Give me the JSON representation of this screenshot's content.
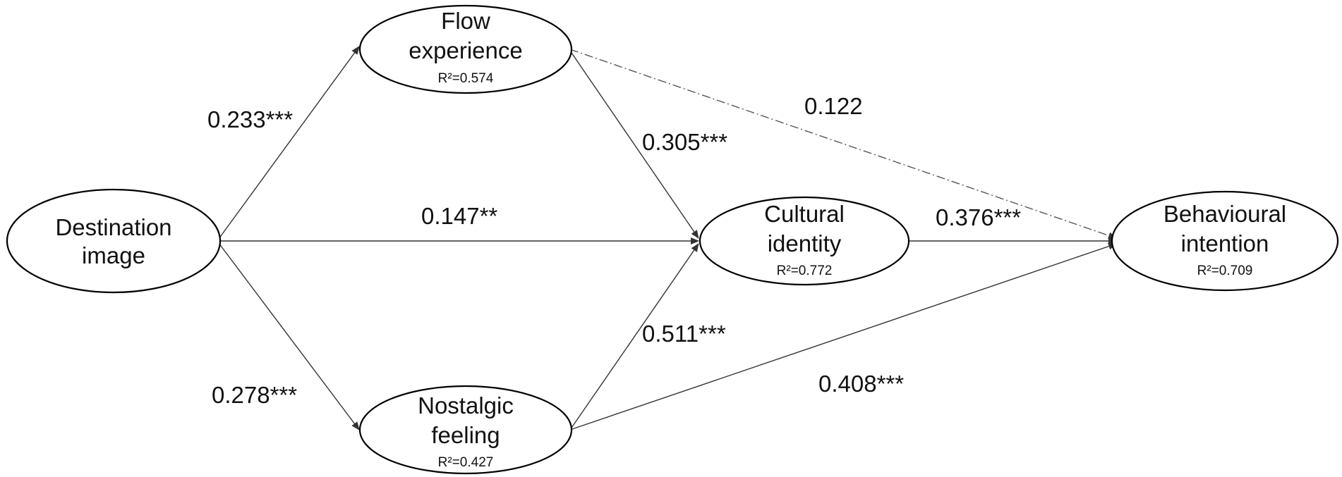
{
  "nodes": {
    "destination_image": {
      "line1": "Destination",
      "line2": "image",
      "r2": ""
    },
    "flow_experience": {
      "line1": "Flow",
      "line2": "experience",
      "r2": "R²=0.574"
    },
    "cultural_identity": {
      "line1": "Cultural",
      "line2": "identity",
      "r2": "R²=0.772"
    },
    "nostalgic_feeling": {
      "line1": "Nostalgic",
      "line2": "feeling",
      "r2": "R²=0.427"
    },
    "behavioural_intention": {
      "line1": "Behavioural",
      "line2": "intention",
      "r2": "R²=0.709"
    }
  },
  "paths": [
    {
      "from": "Destination image",
      "to": "Flow experience",
      "coefficient": "0.233***",
      "style": "solid"
    },
    {
      "from": "Destination image",
      "to": "Cultural identity",
      "coefficient": "0.147**",
      "style": "solid"
    },
    {
      "from": "Destination image",
      "to": "Nostalgic feeling",
      "coefficient": "0.278***",
      "style": "solid"
    },
    {
      "from": "Flow experience",
      "to": "Cultural identity",
      "coefficient": "0.305***",
      "style": "solid"
    },
    {
      "from": "Nostalgic feeling",
      "to": "Cultural identity",
      "coefficient": "0.511***",
      "style": "solid"
    },
    {
      "from": "Cultural identity",
      "to": "Behavioural intention",
      "coefficient": "0.376***",
      "style": "solid"
    },
    {
      "from": "Nostalgic feeling",
      "to": "Behavioural intention",
      "coefficient": "0.408***",
      "style": "solid"
    },
    {
      "from": "Flow experience",
      "to": "Behavioural intention",
      "coefficient": "0.122",
      "style": "dash-dot"
    }
  ],
  "colors": {
    "stroke": "#000000",
    "text": "#111111",
    "background": "#ffffff"
  }
}
